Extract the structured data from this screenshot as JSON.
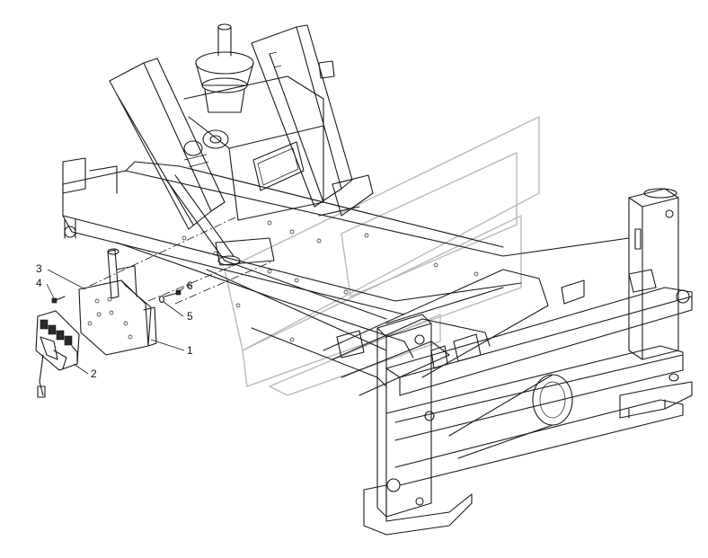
{
  "callouts": [
    {
      "id": "callout-3",
      "label": "3"
    },
    {
      "id": "callout-4",
      "label": "4"
    },
    {
      "id": "callout-6",
      "label": "6"
    },
    {
      "id": "callout-5",
      "label": "5"
    },
    {
      "id": "callout-1",
      "label": "1"
    },
    {
      "id": "callout-2",
      "label": "2"
    }
  ],
  "colors": {
    "line": "#1a1a1a",
    "watermark": "#b9b9b9",
    "background": "#ffffff"
  }
}
